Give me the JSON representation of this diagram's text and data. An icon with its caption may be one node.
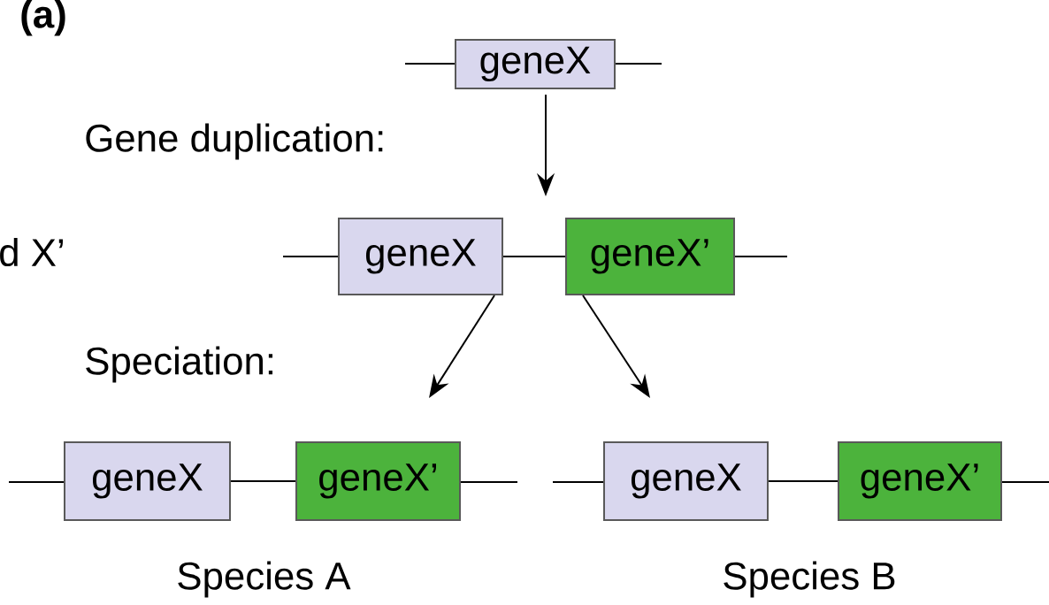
{
  "diagram": {
    "nodes": [
      {
        "text": [
          "geneX"
        ]
      },
      {
        "text": [
          "geneX"
        ]
      },
      {
        "text": [
          "geneX’"
        ]
      },
      {
        "text": [
          "geneX"
        ]
      },
      {
        "text": [
          "geneX’"
        ]
      },
      {
        "text": [
          "geneX"
        ]
      },
      {
        "text": [
          "geneX’"
        ]
      }
    ],
    "edges": [
      {
        "from": 0,
        "to": null,
        "arrow": "to"
      },
      {
        "from": 1,
        "to": 2,
        "arrow": "none"
      },
      {
        "from": 1,
        "to": null,
        "arrow": "to"
      },
      {
        "from": 2,
        "to": null,
        "arrow": "to"
      },
      {
        "from": 3,
        "to": 4,
        "arrow": "none"
      },
      {
        "from": 5,
        "to": 6,
        "arrow": "none"
      }
    ],
    "labels": [
      "(a)",
      "Gene duplication:",
      "d X’",
      "Speciation:",
      "Species A",
      "Species B"
    ]
  }
}
